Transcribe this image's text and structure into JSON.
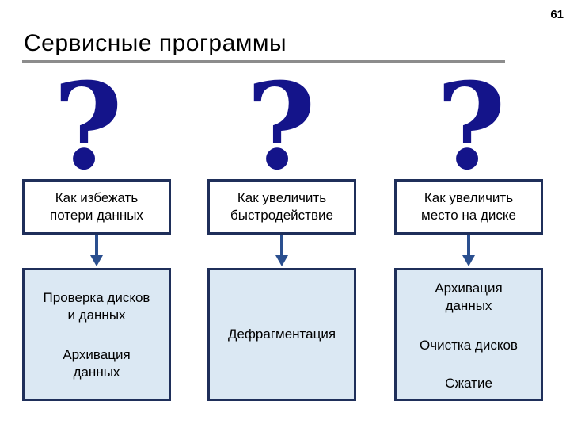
{
  "page_number": "61",
  "title": "Сервисные программы",
  "question_mark": "?",
  "columns": [
    {
      "question": [
        "Как избежать",
        "потери данных"
      ],
      "answers": [
        "Проверка дисков",
        "и данных",
        "Архивация",
        "данных"
      ]
    },
    {
      "question": [
        "Как увеличить",
        "быстродействие"
      ],
      "answers": [
        "Дефрагментация"
      ]
    },
    {
      "question": [
        "Как увеличить",
        "место на диске"
      ],
      "answers": [
        "Архивация",
        "данных",
        "Очистка дисков",
        "Сжатие"
      ]
    }
  ],
  "colors": {
    "question_mark": "#14148a",
    "box_border": "#1f2f5a",
    "answer_fill": "#dbe8f3",
    "arrow": "#2a4f8f",
    "title_rule": "#8c8c8c"
  }
}
